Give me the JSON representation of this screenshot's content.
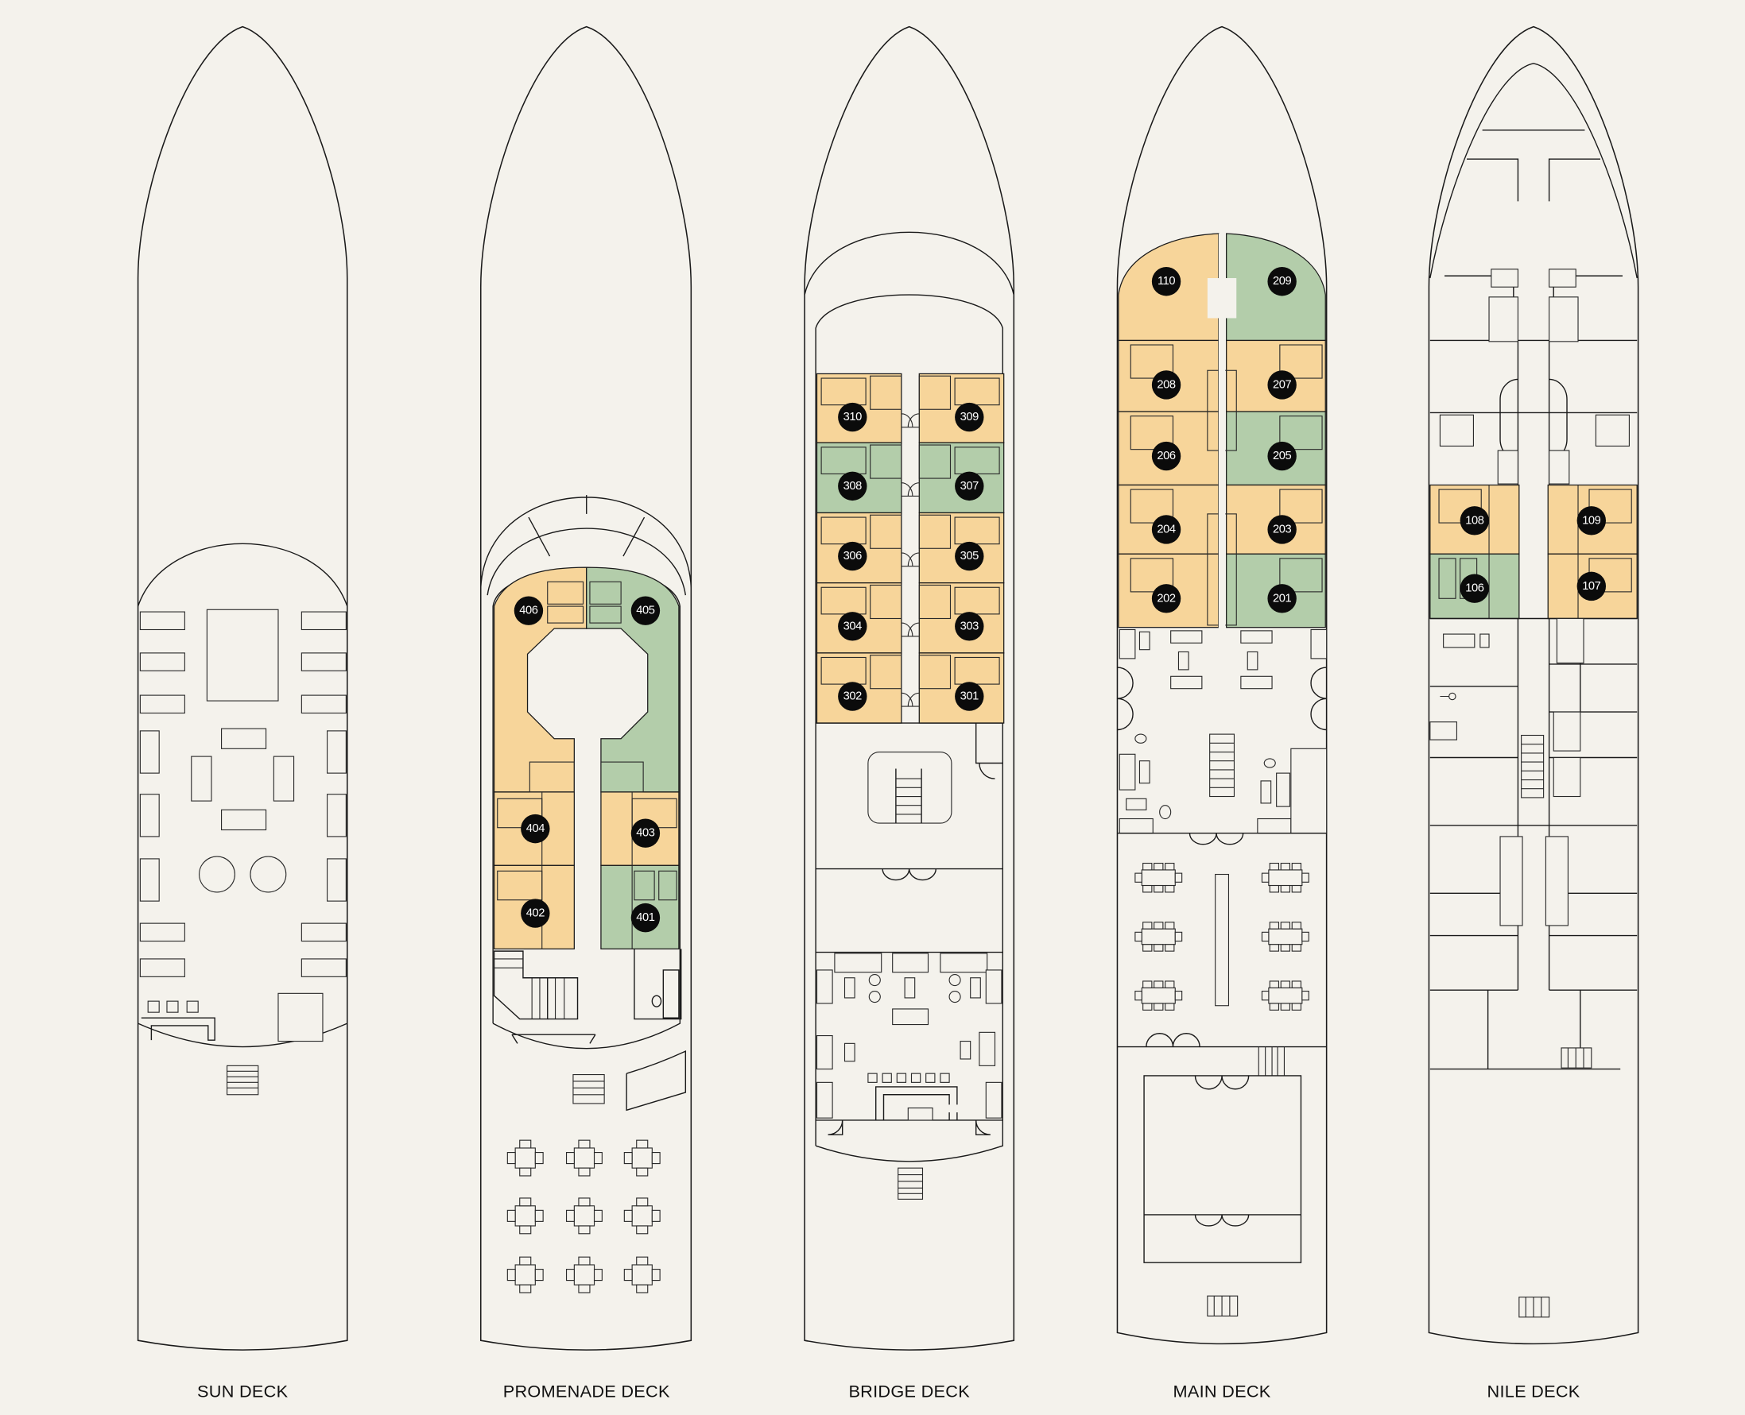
{
  "colors": {
    "background": "#f4f2ec",
    "cabin_standard": "#f7d59a",
    "cabin_twin": "#b3cdaa",
    "line": "#1a1a1a",
    "badge": "#0b0b0b"
  },
  "decks": [
    {
      "id": "sun",
      "label": "SUN DECK",
      "cabins": []
    },
    {
      "id": "promenade",
      "label": "PROMENADE DECK",
      "cabins": [
        {
          "number": "406",
          "type": "standard"
        },
        {
          "number": "405",
          "type": "twin"
        },
        {
          "number": "404",
          "type": "standard"
        },
        {
          "number": "403",
          "type": "standard"
        },
        {
          "number": "402",
          "type": "standard"
        },
        {
          "number": "401",
          "type": "twin"
        }
      ]
    },
    {
      "id": "bridge",
      "label": "BRIDGE DECK",
      "cabins": [
        {
          "number": "310",
          "type": "standard"
        },
        {
          "number": "309",
          "type": "standard"
        },
        {
          "number": "308",
          "type": "twin"
        },
        {
          "number": "307",
          "type": "twin"
        },
        {
          "number": "306",
          "type": "standard"
        },
        {
          "number": "305",
          "type": "standard"
        },
        {
          "number": "304",
          "type": "standard"
        },
        {
          "number": "303",
          "type": "standard"
        },
        {
          "number": "302",
          "type": "standard"
        },
        {
          "number": "301",
          "type": "standard"
        }
      ]
    },
    {
      "id": "main",
      "label": "MAIN DECK",
      "cabins": [
        {
          "number": "110",
          "type": "standard"
        },
        {
          "number": "209",
          "type": "twin"
        },
        {
          "number": "208",
          "type": "standard"
        },
        {
          "number": "207",
          "type": "standard"
        },
        {
          "number": "206",
          "type": "standard"
        },
        {
          "number": "205",
          "type": "twin"
        },
        {
          "number": "204",
          "type": "standard"
        },
        {
          "number": "203",
          "type": "standard"
        },
        {
          "number": "202",
          "type": "standard"
        },
        {
          "number": "201",
          "type": "twin"
        }
      ]
    },
    {
      "id": "nile",
      "label": "NILE DECK",
      "cabins": [
        {
          "number": "108",
          "type": "standard"
        },
        {
          "number": "109",
          "type": "standard"
        },
        {
          "number": "106",
          "type": "twin"
        },
        {
          "number": "107",
          "type": "standard"
        }
      ]
    }
  ]
}
